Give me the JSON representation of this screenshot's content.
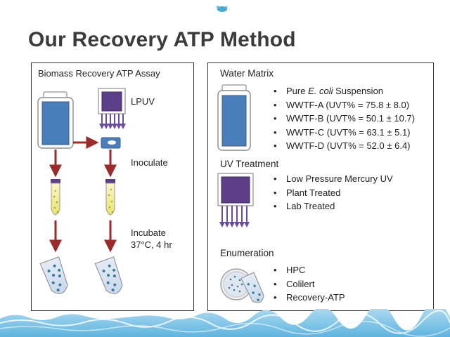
{
  "slide": {
    "title": "Our Recovery ATP Method"
  },
  "left_panel": {
    "heading": "Biomass Recovery ATP Assay",
    "step_lpuv": "LPUV",
    "step_inoculate": "Inoculate",
    "step_incubate": "Incubate",
    "step_conditions": "37°C, 4 hr"
  },
  "right_panel": {
    "water_matrix": {
      "heading": "Water Matrix",
      "items": [
        {
          "pre": "Pure ",
          "em": "E. coli",
          "post": " Suspension"
        },
        {
          "text": "WWTF-A (UVT% = 75.8 ± 8.0)"
        },
        {
          "text": "WWTF-B (UVT% = 50.1 ± 10.7)"
        },
        {
          "text": "WWTF-C (UVT% = 63.1 ± 5.1)"
        },
        {
          "text": "WWTF-D (UVT% = 52.0 ± 6.4)"
        }
      ]
    },
    "uv_treatment": {
      "heading": "UV Treatment",
      "items": [
        "Low Pressure Mercury UV",
        "Plant Treated",
        "Lab Treated"
      ]
    },
    "enumeration": {
      "heading": "Enumeration",
      "items": [
        "HPC",
        "Colilert",
        "Recovery-ATP"
      ]
    }
  },
  "colors": {
    "water_blue": "#4a7ebb",
    "uv_purple": "#5c3f87",
    "arrow_red": "#9b2a2a",
    "title_gray": "#3b3b3b"
  },
  "icons": [
    "water-container-icon",
    "uv-lamp-icon",
    "petri-dish-icon",
    "test-tube-icon",
    "sample-tube-icon"
  ]
}
